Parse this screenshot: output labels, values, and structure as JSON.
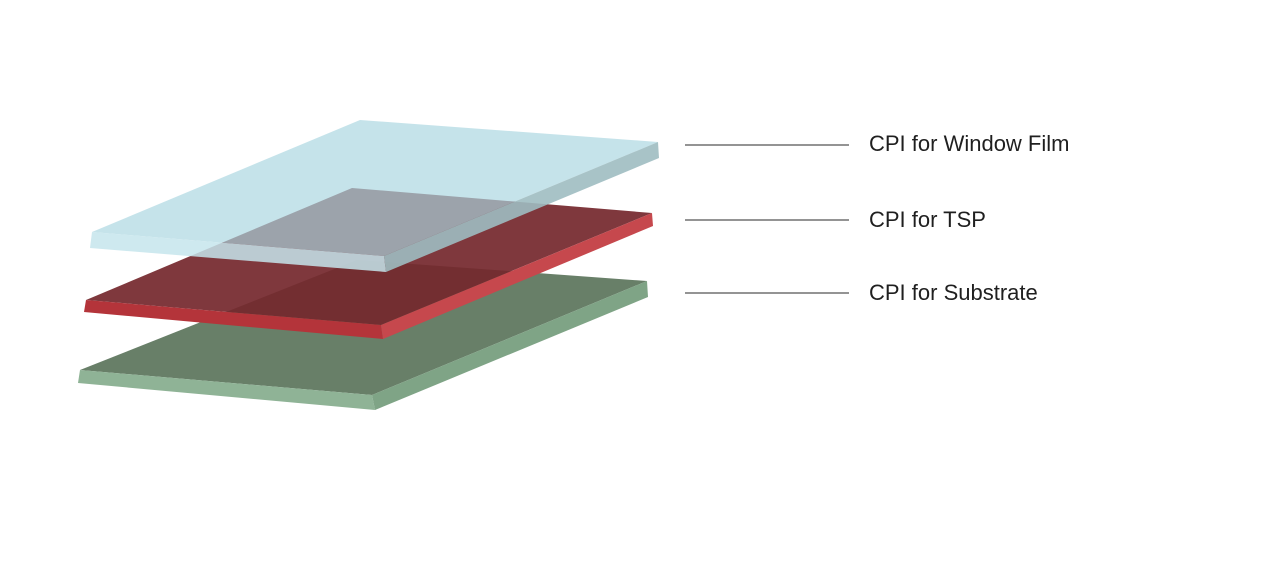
{
  "layers": [
    {
      "id": "window-film",
      "label": "CPI for Window Film",
      "color": "#bfe3ea"
    },
    {
      "id": "tsp",
      "label": "CPI for TSP",
      "color": "#8b2a30"
    },
    {
      "id": "substrate",
      "label": "CPI for Substrate",
      "color": "#6b8a70"
    }
  ],
  "colors": {
    "background": "#ffffff",
    "leader_line": "#555555",
    "label_text": "#1f1f1f"
  }
}
